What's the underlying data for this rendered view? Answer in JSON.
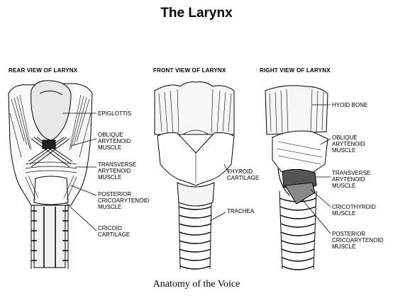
{
  "title": "The Larynx",
  "caption": "Anatomy of the Voice",
  "views": [
    {
      "label": "REAR VIEW OF LARYNX",
      "labels": [
        {
          "lines": [
            "EPIGLOTTIS"
          ]
        },
        {
          "lines": [
            "OBLIQUE",
            "ARYTENOID",
            "MUSCLE"
          ]
        },
        {
          "lines": [
            "TRANSVERSE",
            "ARYTENOID",
            "MUSCLE"
          ]
        },
        {
          "lines": [
            "POSTERIOR",
            "CRICOARYTENOID",
            "MUSCLE"
          ]
        },
        {
          "lines": [
            "CRICOID",
            "CARTILAGE"
          ]
        }
      ]
    },
    {
      "label": "FRONT VIEW OF LARYNX",
      "labels": [
        {
          "lines": [
            "THYROID",
            "CARTILAGE"
          ]
        },
        {
          "lines": [
            "TRACHEA"
          ]
        }
      ]
    },
    {
      "label": "RIGHT VIEW OF LARYNX",
      "labels": [
        {
          "lines": [
            "HYOID BONE"
          ]
        },
        {
          "lines": [
            "OBLIQUE",
            "ARYTENOID",
            "MUSCLE"
          ]
        },
        {
          "lines": [
            "TRANSVERSE",
            "ARYTENOID",
            "MUSCLE"
          ]
        },
        {
          "lines": [
            "CRICOTHYROID",
            "MUSCLE"
          ]
        },
        {
          "lines": [
            "POSTERIOR",
            "CRICOARYTENOID",
            "MUSCLE"
          ]
        }
      ]
    }
  ]
}
